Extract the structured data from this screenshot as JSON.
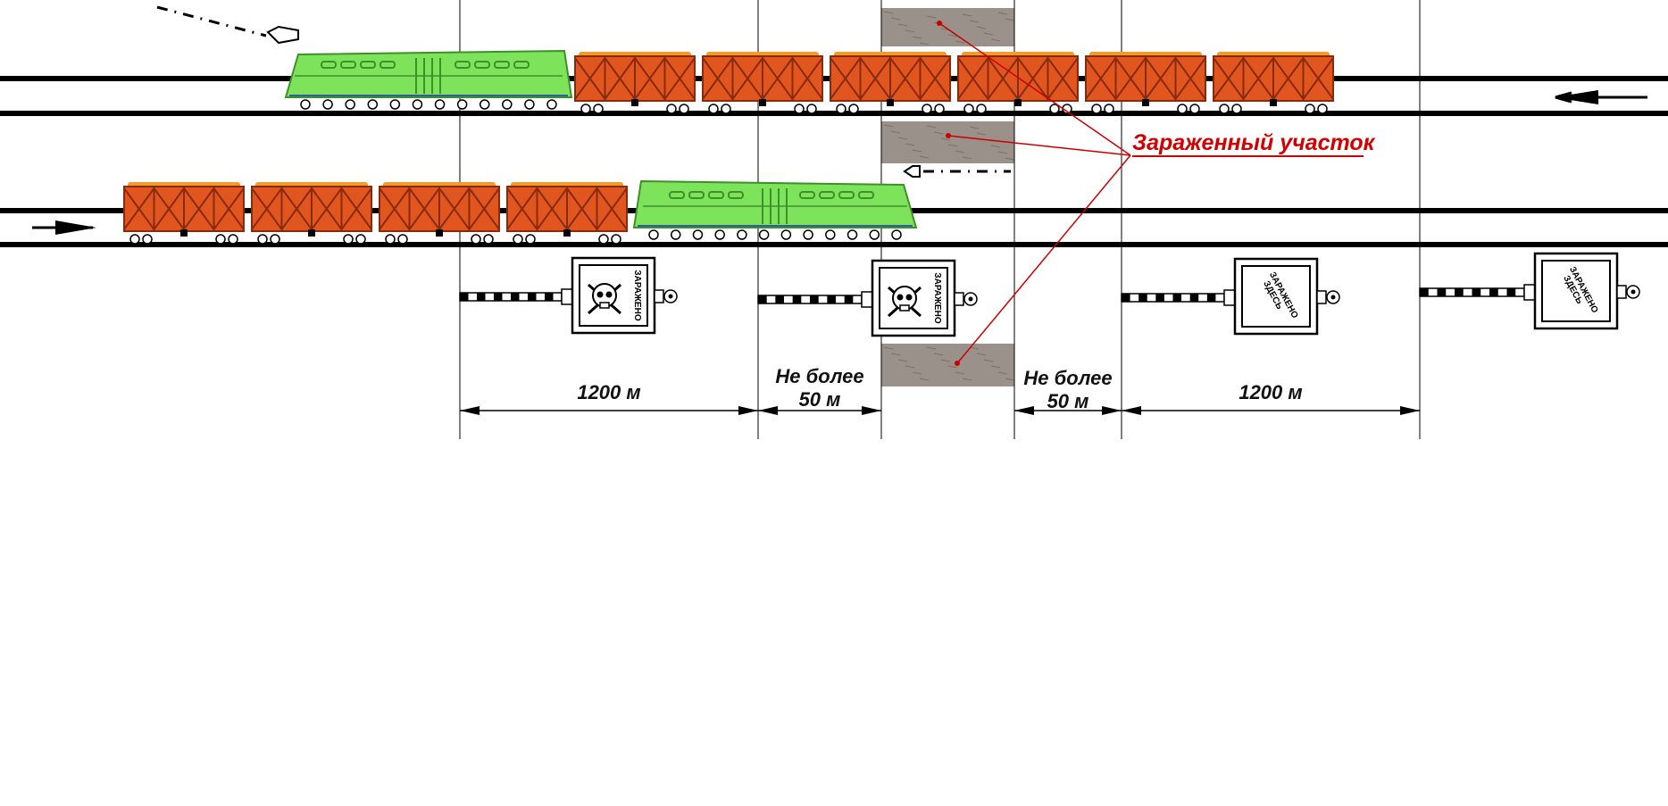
{
  "contaminated_zone": {
    "label": "Зараженный участок",
    "label_color": "#d40000"
  },
  "dimensions": [
    {
      "id": "left-1200",
      "lines": [
        "1200 м"
      ]
    },
    {
      "id": "left-50",
      "lines": [
        "Не более",
        "50 м"
      ]
    },
    {
      "id": "right-50",
      "lines": [
        "Не более",
        "50 м"
      ]
    },
    {
      "id": "right-1200",
      "lines": [
        "1200 м"
      ]
    }
  ],
  "signs": [
    {
      "type": "skull",
      "text": [
        "ЗАРАЖЕНО"
      ]
    },
    {
      "type": "skull",
      "text": [
        "ЗАРАЖЕНО"
      ]
    },
    {
      "type": "text",
      "text": [
        "ЗДЕСЬ",
        "ЗАРАЖЕНО"
      ]
    },
    {
      "type": "text",
      "text": [
        "ЗДЕСЬ",
        "ЗАРАЖЕНО"
      ]
    }
  ],
  "colors": {
    "locomotive": "#7de35a",
    "locomotive_dark": "#3f8f2a",
    "wagon": "#e0561e",
    "wagon_top": "#f29a2a",
    "wagon_dark": "#8a2a0c",
    "ballast": "#9a918a",
    "rail": "#000000",
    "pointer": "#cc0000"
  },
  "trains": {
    "upper": {
      "direction": "left",
      "locomotive_count": 1,
      "wagon_count": 6
    },
    "lower": {
      "direction": "right",
      "locomotive_count": 1,
      "wagon_count": 4
    }
  }
}
